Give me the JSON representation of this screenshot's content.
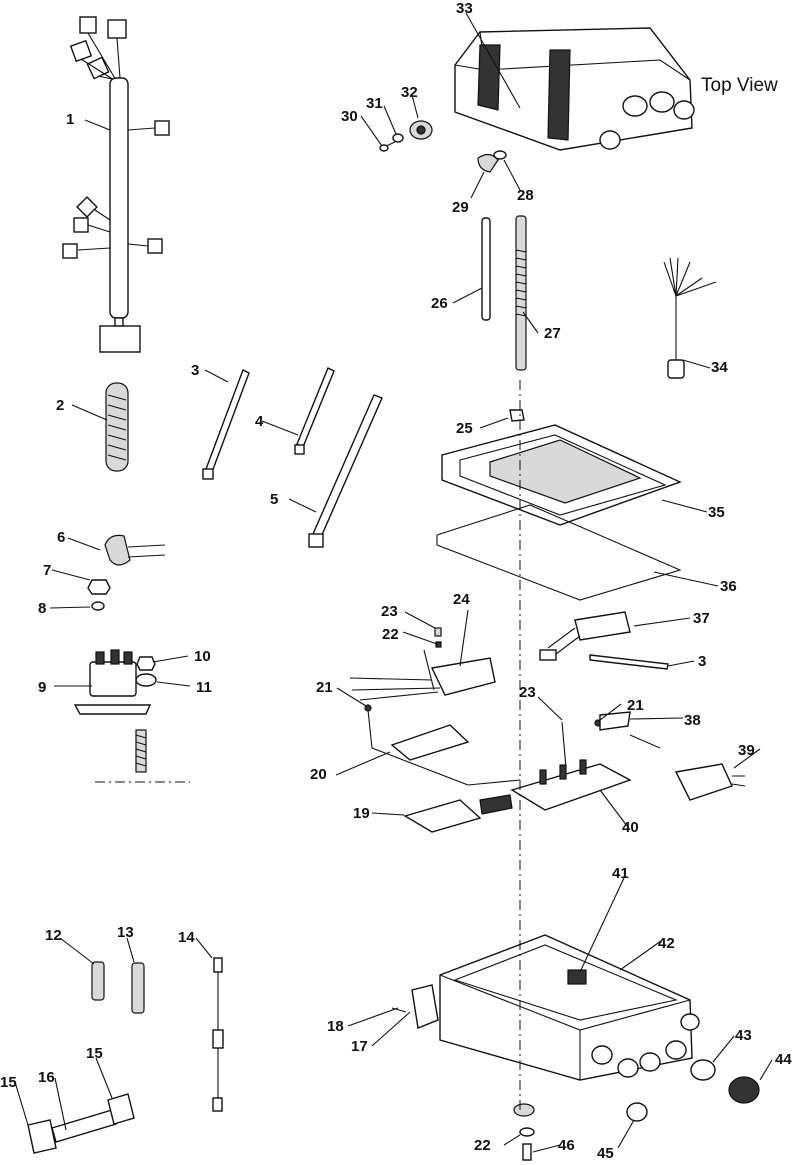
{
  "caption": "Top View",
  "callouts": [
    "1",
    "2",
    "3",
    "4",
    "5",
    "6",
    "7",
    "8",
    "9",
    "10",
    "11",
    "12",
    "13",
    "14",
    "15",
    "15",
    "16",
    "17",
    "18",
    "19",
    "20",
    "21",
    "21",
    "22",
    "22",
    "23",
    "23",
    "24",
    "25",
    "26",
    "27",
    "28",
    "29",
    "30",
    "31",
    "32",
    "33",
    "34",
    "35",
    "36",
    "37",
    "3",
    "38",
    "39",
    "40",
    "41",
    "42",
    "43",
    "44",
    "45",
    "46"
  ]
}
